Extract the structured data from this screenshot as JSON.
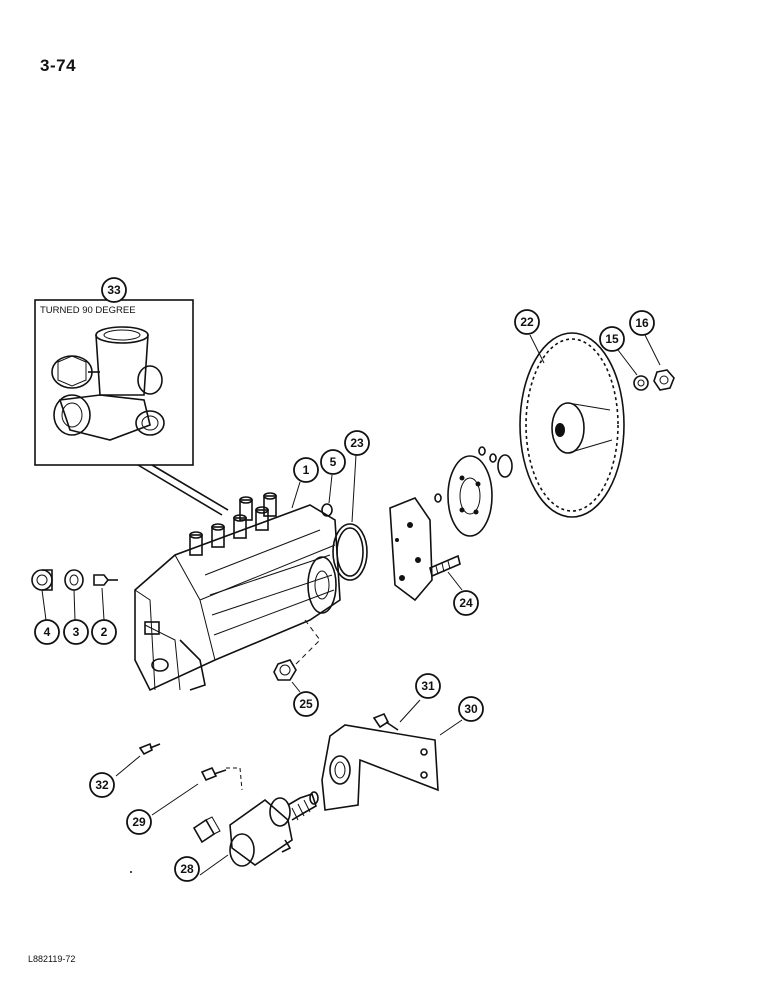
{
  "page": {
    "number": "3-74",
    "footer_code": "L882119-72"
  },
  "inset": {
    "label": "TURNED 90 DEGREE",
    "callout": "33"
  },
  "callouts": [
    {
      "id": "c1",
      "text": "1"
    },
    {
      "id": "c2",
      "text": "2"
    },
    {
      "id": "c3",
      "text": "3"
    },
    {
      "id": "c4",
      "text": "4"
    },
    {
      "id": "c5",
      "text": "5"
    },
    {
      "id": "c15",
      "text": "15"
    },
    {
      "id": "c16",
      "text": "16"
    },
    {
      "id": "c22",
      "text": "22"
    },
    {
      "id": "c23",
      "text": "23"
    },
    {
      "id": "c24",
      "text": "24"
    },
    {
      "id": "c25",
      "text": "25"
    },
    {
      "id": "c28",
      "text": "28"
    },
    {
      "id": "c29",
      "text": "29"
    },
    {
      "id": "c30",
      "text": "30"
    },
    {
      "id": "c31",
      "text": "31"
    },
    {
      "id": "c32",
      "text": "32"
    },
    {
      "id": "c33",
      "text": "33"
    }
  ]
}
